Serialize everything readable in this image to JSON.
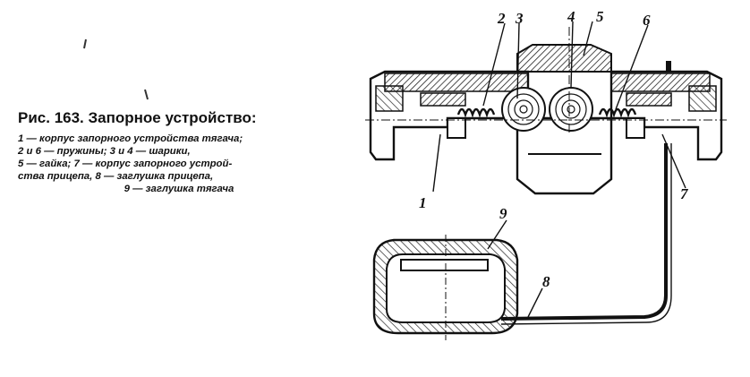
{
  "caption": {
    "title": "Рис. 163. Запорное устройство:",
    "lines": [
      "1 — корпус запорного устройства тягача;",
      "2 и 6 — пружины; 3 и 4 — шарики,",
      "5 — гайка; 7 — корпус запорного устрой-",
      "ства прицепа, 8 — заглушка прицепа,",
      "9 — заглушка тягача"
    ]
  },
  "labels": {
    "l1": "1",
    "l2": "2",
    "l3": "3",
    "l4": "4",
    "l5": "5",
    "l6": "6",
    "l7": "7",
    "l8": "8",
    "l9": "9"
  }
}
